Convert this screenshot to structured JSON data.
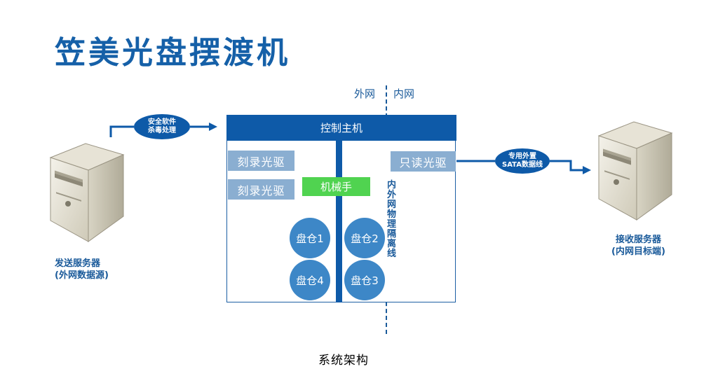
{
  "title": "笠美光盘摆渡机",
  "zones": {
    "outer": "外网",
    "inner": "内网"
  },
  "control_host": "控制主机",
  "drives": {
    "left_1": "刻录光驱",
    "left_2": "刻录光驱",
    "right": "只读光驱"
  },
  "robot_arm": "机械手",
  "bins": {
    "bin_1": "盘仓1",
    "bin_2": "盘仓2",
    "bin_3": "盘仓3",
    "bin_4": "盘仓4"
  },
  "isolation": "内外网物理隔离线",
  "antivirus": {
    "line1": "安全软件",
    "line2": "杀毒处理"
  },
  "sata": {
    "line1": "专用外置",
    "line2": "SATA数据线"
  },
  "sender": {
    "line1": "发送服务器",
    "line2": "(外网数据源)"
  },
  "receiver": {
    "line1": "接收服务器",
    "line2": "(内网目标端)"
  },
  "caption": "系统架构",
  "colors": {
    "primary": "#0e5aa8",
    "drive": "#8aaed1",
    "robot": "#50d350",
    "bin": "#3d87c7"
  }
}
